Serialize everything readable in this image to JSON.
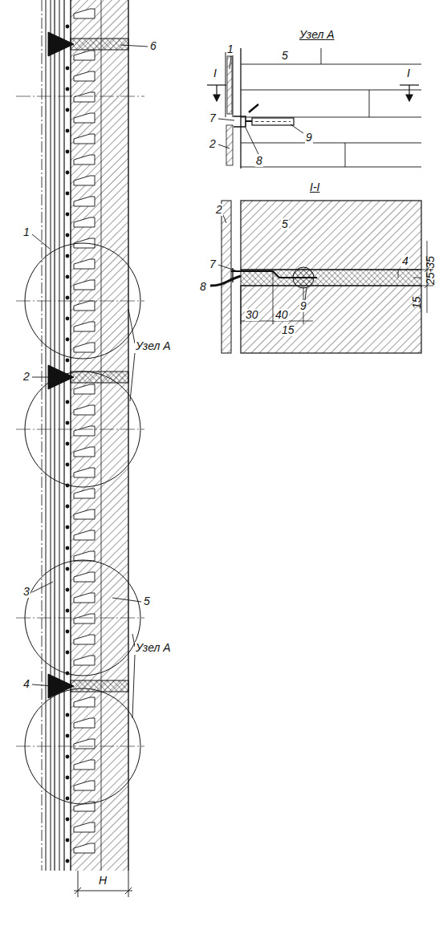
{
  "diagram": {
    "labels": [
      "6",
      "1",
      "Узел А",
      "2",
      "3",
      "5",
      "Узел А",
      "4",
      "H",
      "Узел А",
      "I",
      "I",
      "1",
      "5",
      "7",
      "9",
      "2",
      "8",
      "I-I",
      "2",
      "5",
      "7",
      "8",
      "9",
      "4",
      "25-35",
      "15",
      "30",
      "40",
      "15"
    ]
  }
}
